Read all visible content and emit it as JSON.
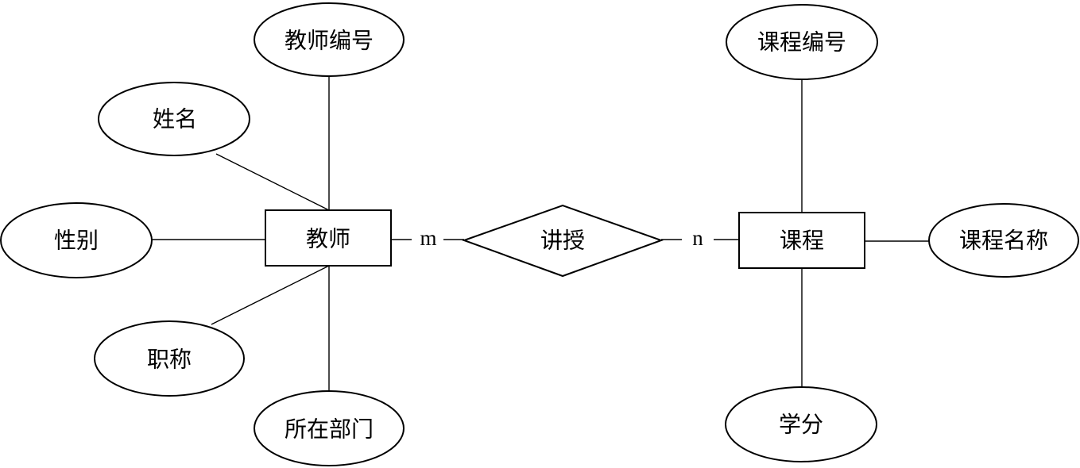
{
  "entities": {
    "teacher": {
      "name": "教师",
      "attributes": [
        "教师编号",
        "姓名",
        "性别",
        "职称",
        "所在部门"
      ]
    },
    "course": {
      "name": "课程",
      "attributes": [
        "课程编号",
        "课程名称",
        "学分"
      ]
    }
  },
  "relationship": {
    "name": "讲授",
    "teacher_cardinality": "m",
    "course_cardinality": "n"
  },
  "colors": {
    "stroke": "#000000",
    "background": "#ffffff"
  }
}
